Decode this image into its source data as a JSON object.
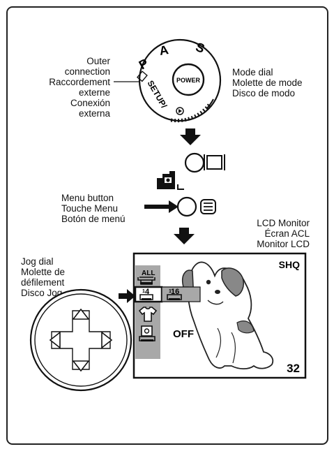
{
  "outer_connection": {
    "lines": [
      "Outer",
      "connection",
      "Raccordement",
      "externe",
      "Conexión",
      "externa"
    ]
  },
  "mode_dial": {
    "lines": [
      "Mode dial",
      "Molette de mode",
      "Disco de modo"
    ],
    "marks": {
      "p": "P",
      "a": "A",
      "s": "S",
      "power": "POWER",
      "setup": "SETUP/"
    }
  },
  "menu_button": {
    "lines": [
      "Menu button",
      "Touche Menu",
      "Botón de menú"
    ]
  },
  "lcd_monitor": {
    "lines": [
      "LCD Monitor",
      "Écran ACL",
      "Monitor LCD"
    ],
    "quality": "SHQ",
    "count": "32",
    "all_label": "ALL",
    "option_1": "1",
    "option_4": "4",
    "option_16": "16",
    "off_label": "OFF"
  },
  "jog_dial": {
    "lines": [
      "Jog dial",
      "Molette de",
      "défilement",
      "Disco Jog"
    ]
  }
}
